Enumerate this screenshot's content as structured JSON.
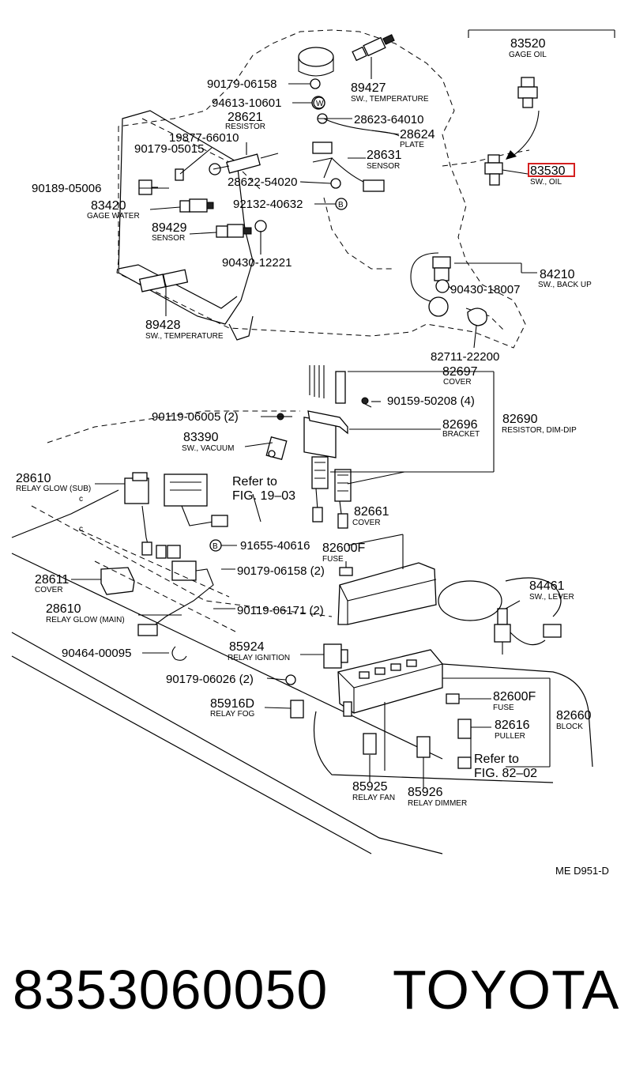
{
  "labels": {
    "p83520": {
      "num": "83520",
      "sub": "GAGE OIL"
    },
    "p89427": {
      "num": "89427",
      "sub": "SW., TEMPERATURE"
    },
    "p90179_06158_top": {
      "num": "90179-06158"
    },
    "p94613": {
      "num": "94613-10601"
    },
    "p28621": {
      "num": "28621",
      "sub": "RESISTOR"
    },
    "p28623": {
      "num": "28623-64010"
    },
    "p28624": {
      "num": "28624",
      "sub": "PLATE"
    },
    "p19877": {
      "num": "19877-66010"
    },
    "p90179_05015": {
      "num": "90179-05015"
    },
    "p28631": {
      "num": "28631",
      "sub": "SENSOR"
    },
    "p83530": {
      "num": "83530",
      "sub": "SW., OIL"
    },
    "p90189": {
      "num": "90189-05006"
    },
    "p28622": {
      "num": "28622-54020"
    },
    "p83420": {
      "num": "83420",
      "sub": "GAGE WATER"
    },
    "p92132": {
      "num": "92132-40632"
    },
    "p89429": {
      "num": "89429",
      "sub": "SENSOR"
    },
    "p90430_12221": {
      "num": "90430-12221"
    },
    "p84210": {
      "num": "84210",
      "sub": "SW., BACK UP"
    },
    "p90430_18007": {
      "num": "90430-18007"
    },
    "p89428": {
      "num": "89428",
      "sub": "SW., TEMPERATURE"
    },
    "p82711": {
      "num": "82711-22200"
    },
    "p82697": {
      "num": "82697",
      "sub": "COVER"
    },
    "p90159": {
      "num": "90159-50208 (4)"
    },
    "p90119_06005": {
      "num": "90119-06005 (2)"
    },
    "p82696": {
      "num": "82696",
      "sub": "BRACKET"
    },
    "p82690": {
      "num": "82690",
      "sub": "RESISTOR, DIM-DIP"
    },
    "p83390": {
      "num": "83390",
      "sub": "SW., VACUUM"
    },
    "p28610_sub": {
      "num": "28610",
      "sub": "RELAY GLOW (SUB)"
    },
    "ref_19_03": {
      "line1": "Refer to",
      "line2": "FIG. 19–03"
    },
    "p82661": {
      "num": "82661",
      "sub": "COVER"
    },
    "p91655": {
      "num": "91655-40616"
    },
    "p82600f_top": {
      "num": "82600F",
      "sub": "FUSE"
    },
    "p28611": {
      "num": "28611",
      "sub": "COVER"
    },
    "p90179_06158_bot": {
      "num": "90179-06158 (2)"
    },
    "p84461": {
      "num": "84461",
      "sub": "SW., LEVER"
    },
    "p28610_main": {
      "num": "28610",
      "sub": "RELAY GLOW (MAIN)"
    },
    "p90119_06171": {
      "num": "90119-06171 (2)"
    },
    "p85924": {
      "num": "85924",
      "sub": "RELAY IGNITION"
    },
    "p90464": {
      "num": "90464-00095"
    },
    "p90179_06026": {
      "num": "90179-06026 (2)"
    },
    "p85916d": {
      "num": "85916D",
      "sub": "RELAY FOG"
    },
    "p82600f_bot": {
      "num": "82600F",
      "sub": "FUSE"
    },
    "p82660": {
      "num": "82660",
      "sub": "BLOCK"
    },
    "p82616": {
      "num": "82616",
      "sub": "PULLER"
    },
    "ref_82_02": {
      "line1": "Refer to",
      "line2": "FIG. 82–02"
    },
    "p85925": {
      "num": "85925",
      "sub": "RELAY FAN"
    },
    "p85926": {
      "num": "85926",
      "sub": "RELAY DIMMER"
    },
    "mark_c1": "c",
    "mark_c2": "c",
    "mark_w": "W",
    "mark_b1": "B",
    "mark_b2": "B",
    "code": "ME D951-D"
  },
  "highlight": {
    "part": "83530",
    "color": "#d42020"
  },
  "footer": {
    "part_number": "8353060050",
    "brand": "TOYOTA"
  }
}
